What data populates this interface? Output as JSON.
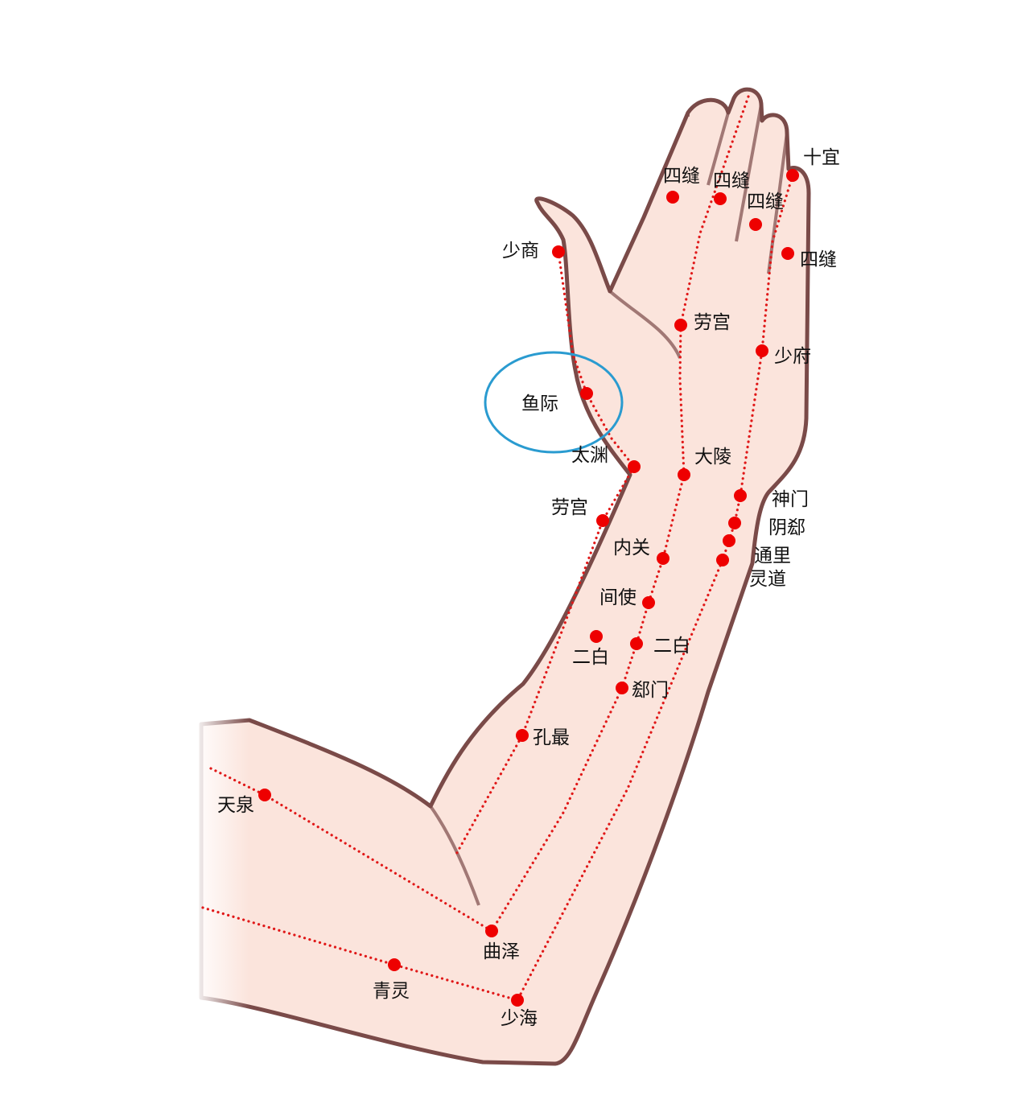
{
  "colors": {
    "skin": "#fbe4dc",
    "outline": "#7a4a48",
    "point": "#ee0000",
    "meridian": "#e01818",
    "highlight_circle": "#2a9bd0"
  },
  "points": {
    "shishang": "少商",
    "sifeng_1": "四缝",
    "sifeng_2": "四缝",
    "sifeng_3": "四缝",
    "sifeng_4": "四缝",
    "shixuan": "十宜",
    "laogong_palm": "劳宫",
    "shaofu": "少府",
    "yuji": "鱼际",
    "taiyuan": "太渊",
    "daling": "大陵",
    "laogong_arm": "劳宫",
    "shenmen": "神门",
    "yinxi": "阴郄",
    "tongli": "通里",
    "lingdao": "灵道",
    "neiguan": "内关",
    "jianshi": "间使",
    "erbai_1": "二白",
    "erbai_2": "二白",
    "ximen": "郄门",
    "kongzui": "孔最",
    "tianquan": "天泉",
    "quze": "曲泽",
    "qingling": "青灵",
    "shaohai": "少海"
  }
}
